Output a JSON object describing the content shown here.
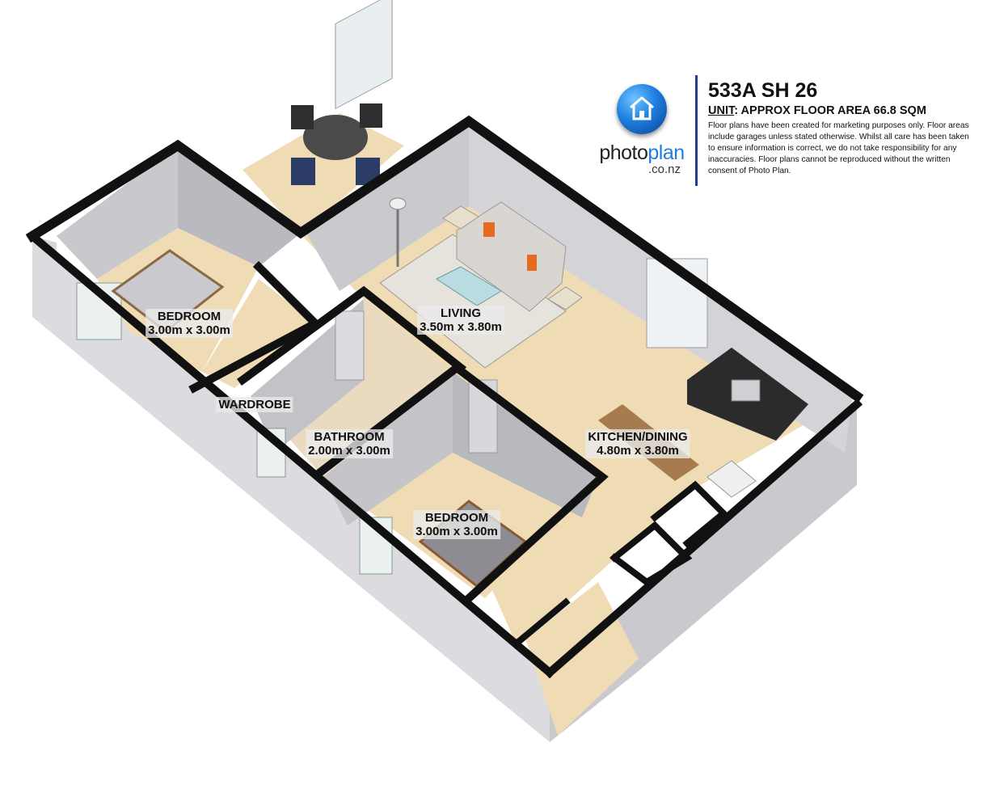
{
  "header": {
    "title": "533A SH 26",
    "unit_label": "UNIT",
    "floor_area": ": APPROX FLOOR AREA 66.8 SQM",
    "disclaimer": "Floor plans have been created for marketing purposes only. Floor areas include garages unless stated otherwise. Whilst all care has been taken to ensure information is correct, we do not take responsibility for any inaccuracies. Floor plans cannot be reproduced without the written consent of Photo Plan."
  },
  "logo": {
    "word_dark": "photo",
    "word_blue": "plan",
    "domain": ".co.nz",
    "icon": "house-icon",
    "colors": {
      "blue": "#1e7fe0",
      "dark": "#222222"
    }
  },
  "rooms": {
    "bedroom1": {
      "name": "BEDROOM",
      "size": "3.00m x 3.00m"
    },
    "wardrobe": {
      "name": "WARDROBE"
    },
    "living": {
      "name": "LIVING",
      "size": "3.50m x 3.80m"
    },
    "bathroom": {
      "name": "BATHROOM",
      "size": "2.00m x 3.00m"
    },
    "bedroom2": {
      "name": "BEDROOM",
      "size": "3.00m x 3.00m"
    },
    "kitchen": {
      "name": "KITCHEN/DINING",
      "size": "4.80m x 3.80m"
    }
  },
  "colors": {
    "floor": "#efdcb4",
    "wall_top": "#111111",
    "wall_face": "#cfcfd4",
    "wall_outer": "#dcdce0",
    "rug": "#e6e2dc"
  }
}
